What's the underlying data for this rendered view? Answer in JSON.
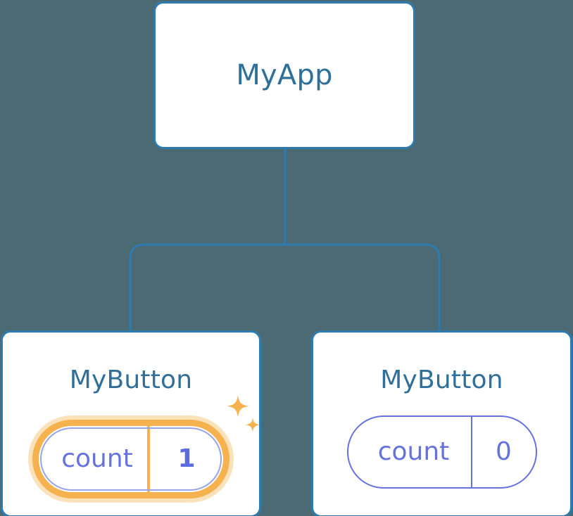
{
  "diagram": {
    "type": "component-tree",
    "background_color": "#4b6a73",
    "title_color": "#2f6f99",
    "card_border_color": "#2e7caf",
    "pill_color": "#6673dd",
    "highlight_color": "#f6b24f",
    "highlight_glow_color": "#fce2bb",
    "connector_color": "#2e7caf"
  },
  "root": {
    "label": "MyApp"
  },
  "children": [
    {
      "label": "MyButton",
      "state": {
        "key": "count",
        "value": "1"
      },
      "highlighted": true,
      "sparkle_icons": [
        "sparkle-large-icon",
        "sparkle-small-icon"
      ]
    },
    {
      "label": "MyButton",
      "state": {
        "key": "count",
        "value": "0"
      },
      "highlighted": false
    }
  ]
}
